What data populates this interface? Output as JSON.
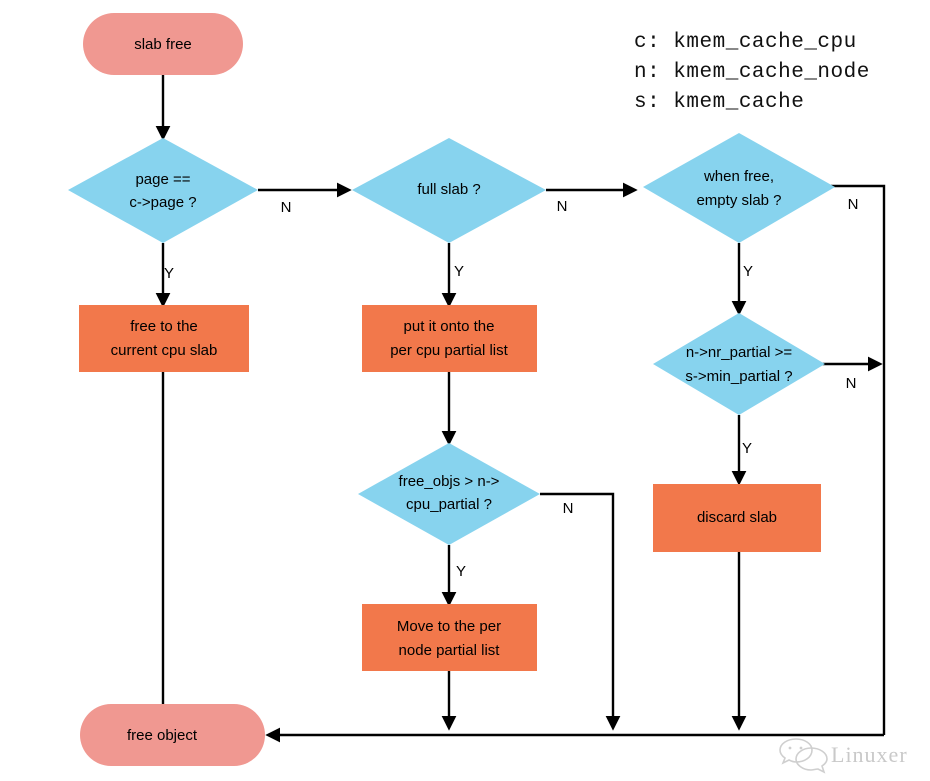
{
  "title": "SLUB slab free flowchart",
  "legend": {
    "lines": [
      "c:  kmem_cache_cpu",
      "n:  kmem_cache_node",
      "s:  kmem_cache"
    ]
  },
  "colors": {
    "terminal": "#F09891",
    "process": "#F2784B",
    "decision": "#87D3EE",
    "connector": "#000000",
    "background": "#FFFFFF",
    "watermark": "#C9C9C9"
  },
  "nodes": {
    "start": {
      "type": "terminal",
      "label": "slab free"
    },
    "d_page_eq": {
      "type": "decision",
      "line1": "page ==",
      "line2": "c->page ?"
    },
    "p_free_cur_cpu": {
      "type": "process",
      "line1": "free to the",
      "line2": "current cpu slab"
    },
    "d_full_slab": {
      "type": "decision",
      "line1": "full slab ?",
      "line2": ""
    },
    "p_put_cpu_partial": {
      "type": "process",
      "line1": "put it onto the",
      "line2": "per cpu partial list"
    },
    "d_free_objs": {
      "type": "decision",
      "line1": "free_objs > n->",
      "line2": "cpu_partial ?"
    },
    "p_move_node_partial": {
      "type": "process",
      "line1": "Move to the per",
      "line2": "node partial list"
    },
    "d_when_free_empty": {
      "type": "decision",
      "line1": "when free,",
      "line2": "empty slab ?"
    },
    "d_nr_partial": {
      "type": "decision",
      "line1": "n->nr_partial >=",
      "line2": "s->min_partial ?"
    },
    "p_discard_slab": {
      "type": "process",
      "line1": "discard slab",
      "line2": ""
    },
    "end": {
      "type": "terminal",
      "label": "free object"
    }
  },
  "edge_labels": {
    "page_eq_yes": "Y",
    "page_eq_no": "N",
    "full_slab_yes": "Y",
    "full_slab_no": "N",
    "free_objs_yes": "Y",
    "free_objs_no": "N",
    "when_free_yes": "Y",
    "when_free_no": "N",
    "nr_partial_yes": "Y",
    "nr_partial_no": "N"
  },
  "watermark": {
    "label": "Linuxer",
    "icon": "wechat-icon"
  }
}
